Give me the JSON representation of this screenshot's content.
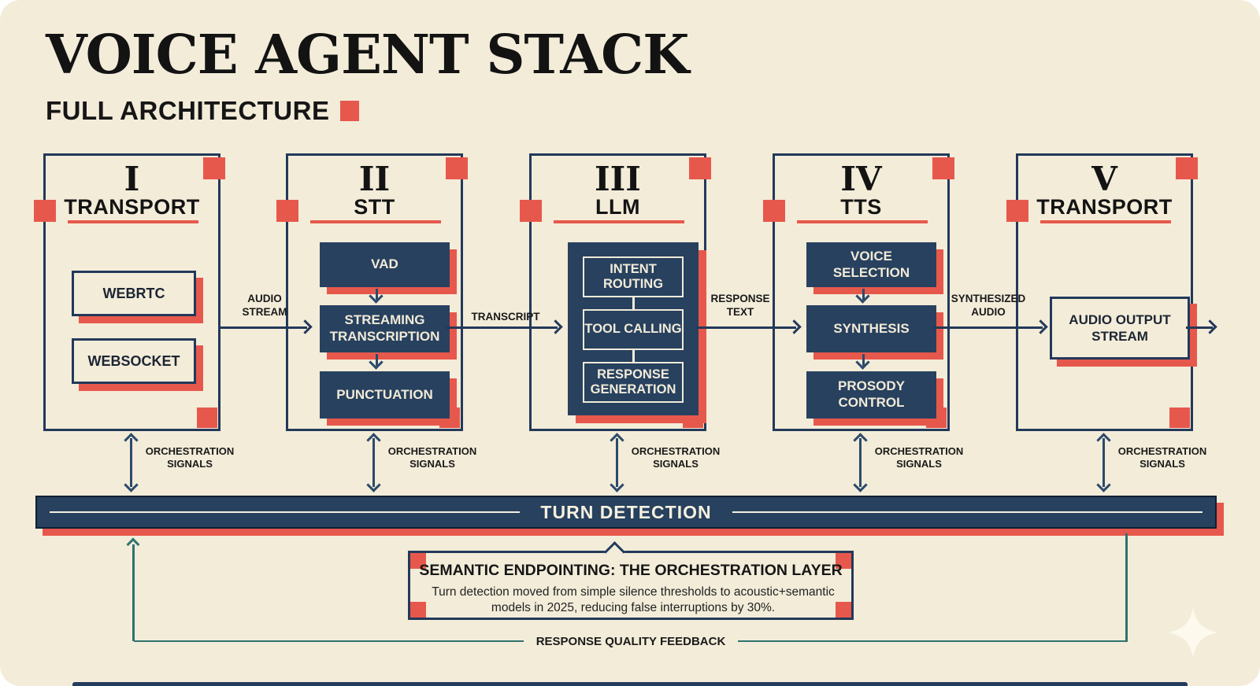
{
  "header": {
    "title": "VOICE AGENT STACK",
    "subtitle": "FULL ARCHITECTURE"
  },
  "columns": [
    {
      "numeral": "I",
      "name": "TRANSPORT",
      "boxes": [
        "WEBRTC",
        "WEBSOCKET"
      ]
    },
    {
      "numeral": "II",
      "name": "STT",
      "boxes": [
        "VAD",
        "STREAMING TRANSCRIPTION",
        "PUNCTUATION"
      ]
    },
    {
      "numeral": "III",
      "name": "LLM",
      "boxes": [
        "INTENT ROUTING",
        "TOOL CALLING",
        "RESPONSE GENERATION"
      ]
    },
    {
      "numeral": "IV",
      "name": "TTS",
      "boxes": [
        "VOICE SELECTION",
        "SYNTHESIS",
        "PROSODY CONTROL"
      ]
    },
    {
      "numeral": "V",
      "name": "TRANSPORT",
      "boxes": [
        "AUDIO OUTPUT STREAM"
      ]
    }
  ],
  "flows": [
    {
      "label": "AUDIO STREAM"
    },
    {
      "label": "TRANSCRIPT"
    },
    {
      "label": "RESPONSE TEXT"
    },
    {
      "label": "SYNTHESIZED AUDIO"
    }
  ],
  "orchestration_label": "ORCHESTRATION SIGNALS",
  "turn_detection": {
    "label": "TURN DETECTION"
  },
  "callout": {
    "title": "SEMANTIC ENDPOINTING: THE ORCHESTRATION LAYER",
    "body": "Turn detection moved from simple silence thresholds to acoustic+semantic models in 2025, reducing false interruptions by 30%."
  },
  "feedback": {
    "label": "RESPONSE QUALITY FEEDBACK"
  },
  "colors": {
    "background": "#f3ecd9",
    "navy": "#27415f",
    "accent_red": "#e7584c",
    "teal": "#2f736e"
  }
}
